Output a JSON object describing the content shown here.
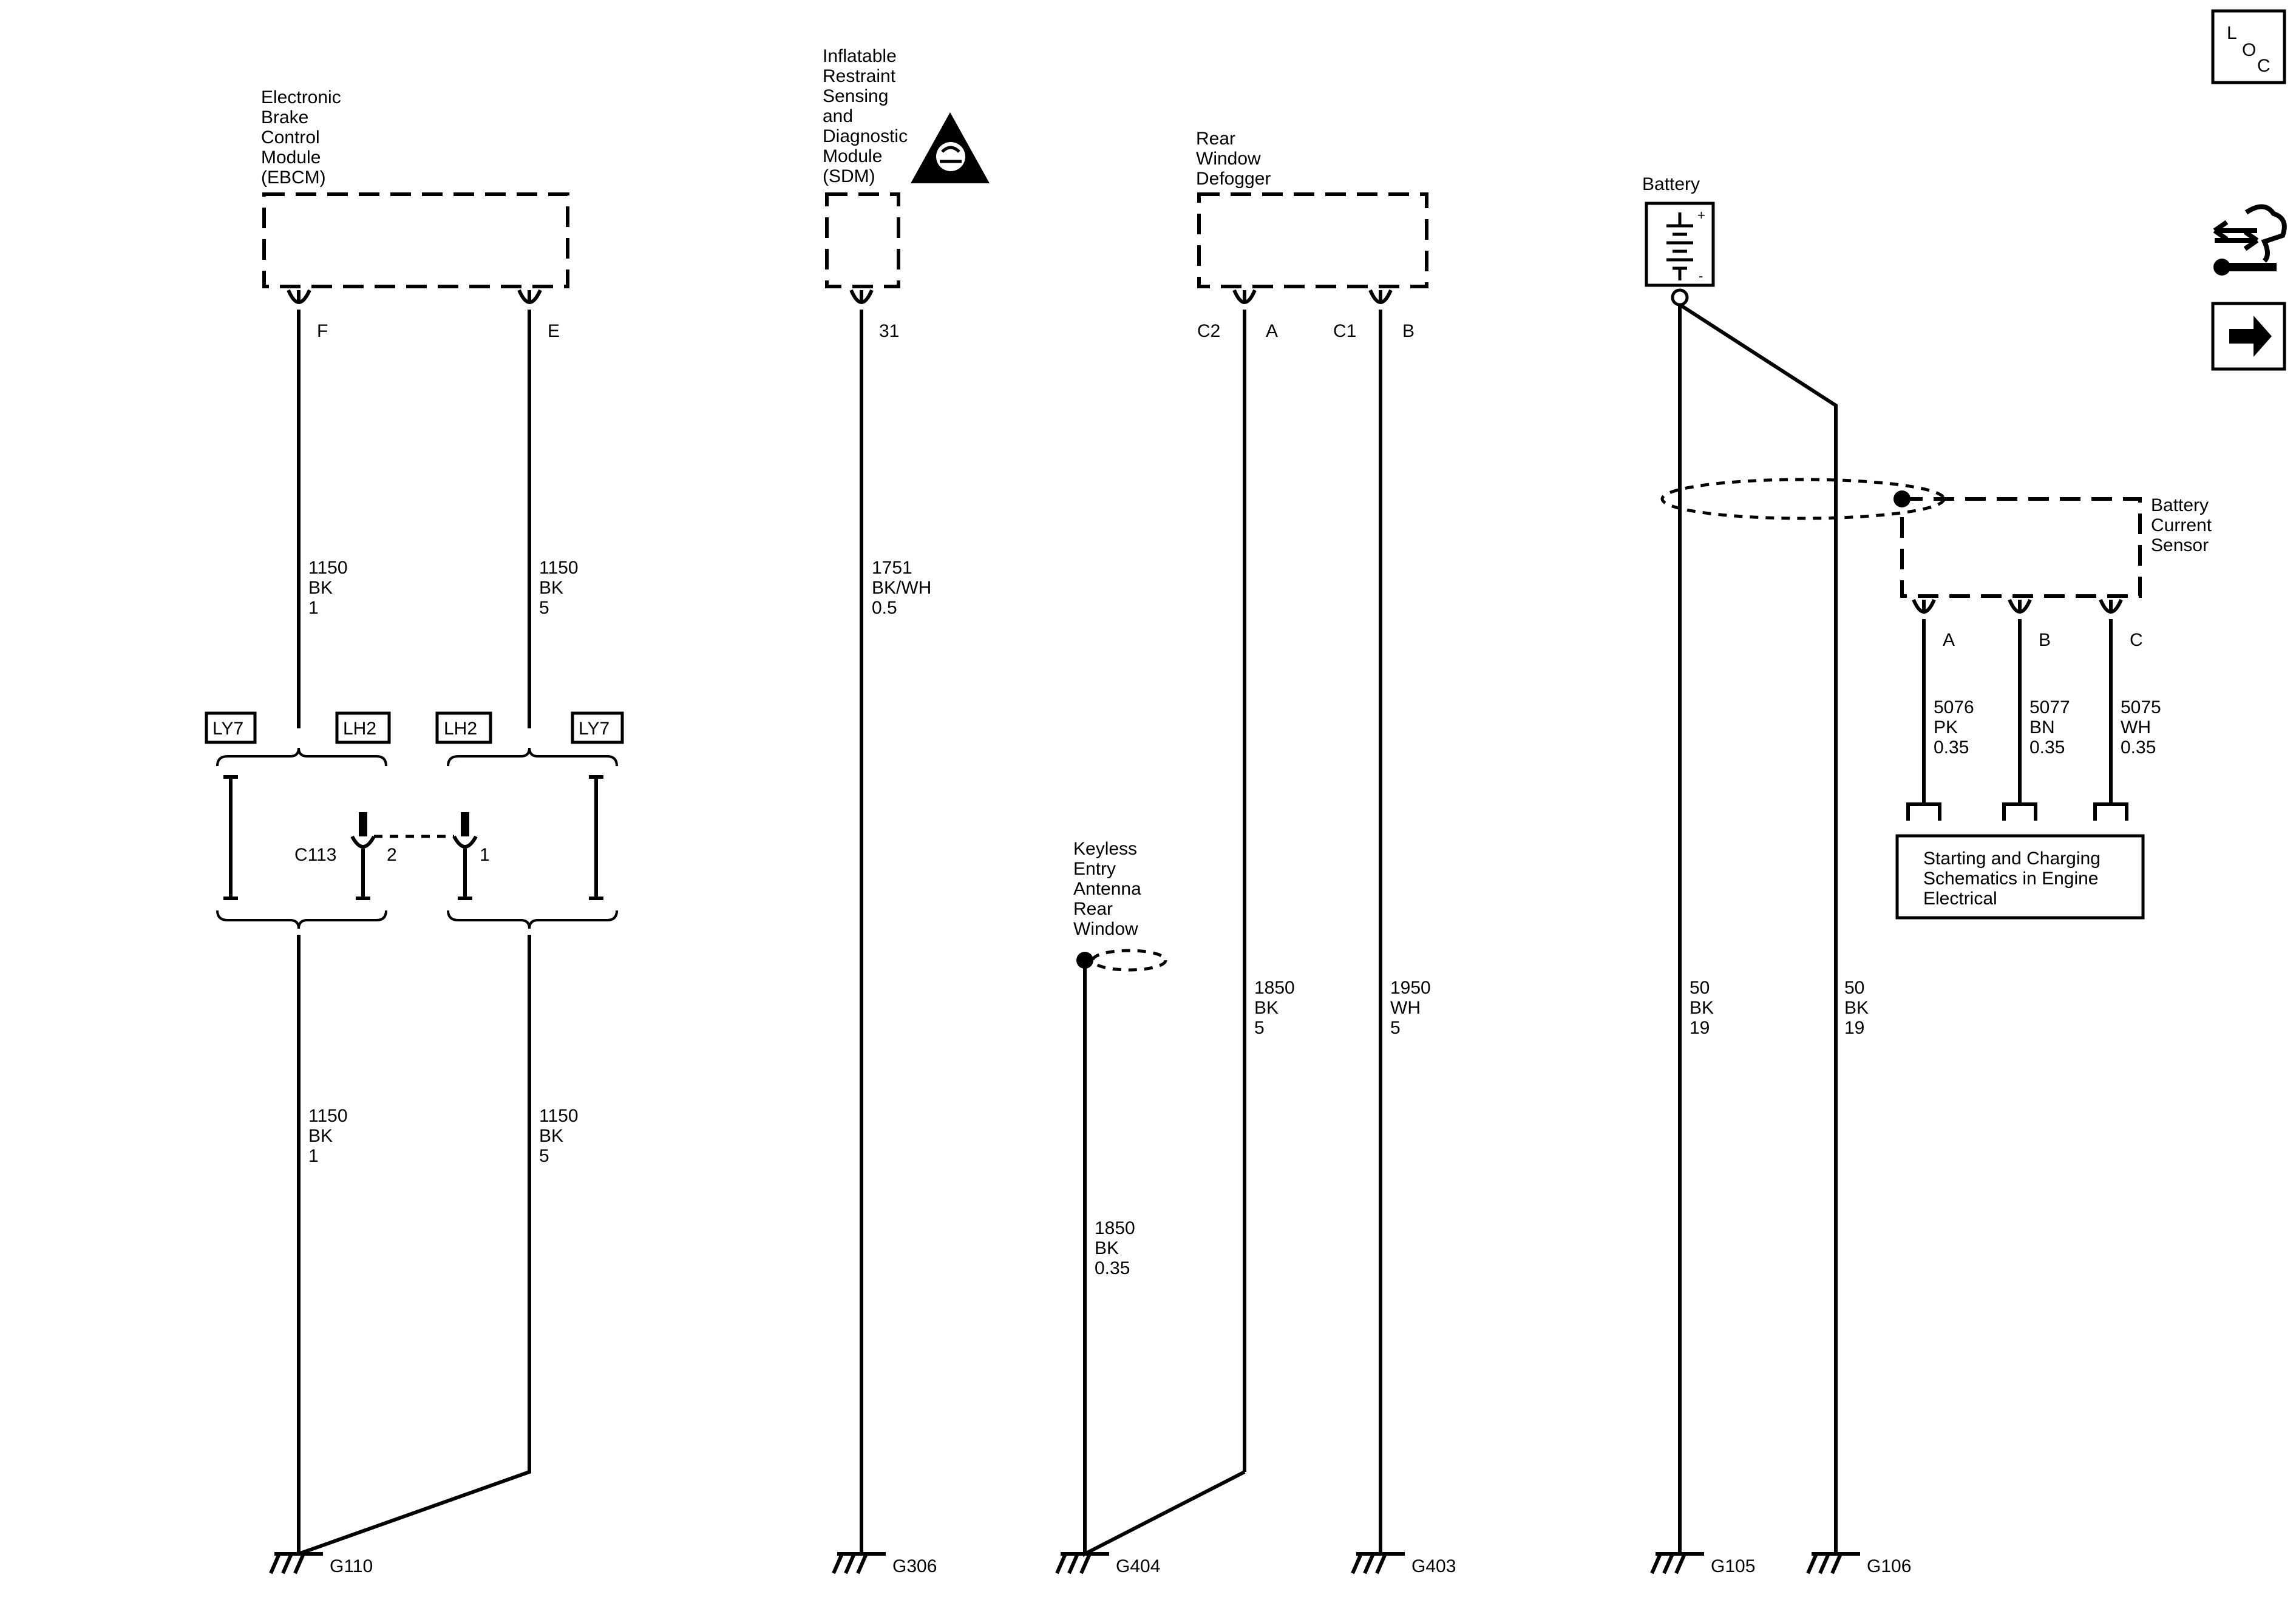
{
  "ebcm": {
    "label": [
      "Electronic",
      "Brake",
      "Control",
      "Module",
      "(EBCM)"
    ],
    "pin_f": "F",
    "pin_e": "E"
  },
  "sdm": {
    "label": [
      "Inflatable",
      "Restraint",
      "Sensing",
      "and",
      "Diagnostic",
      "Module",
      "(SDM)"
    ],
    "pin": "31"
  },
  "defogger": {
    "label": [
      "Rear",
      "Window",
      "Defogger"
    ],
    "conn_a": "C2",
    "pin_a": "A",
    "conn_b": "C1",
    "pin_b": "B"
  },
  "battery": {
    "label": "Battery",
    "plus": "+",
    "minus": "-"
  },
  "current_sensor": {
    "label": [
      "Battery",
      "Current",
      "Sensor"
    ],
    "pin_a": "A",
    "pin_b": "B",
    "pin_c": "C"
  },
  "keyless": {
    "label": [
      "Keyless",
      "Entry",
      "Antenna",
      "Rear",
      "Window"
    ]
  },
  "options": {
    "ly7": "LY7",
    "lh2": "LH2"
  },
  "inline_connector": {
    "name": "C113",
    "pin_2": "2",
    "pin_1": "1"
  },
  "reference_box": {
    "lines": [
      "Starting and Charging",
      "Schematics in Engine",
      "Electrical"
    ]
  },
  "wires": {
    "ebcm_f_top": [
      "1150",
      "BK",
      "1"
    ],
    "ebcm_e_top": [
      "1150",
      "BK",
      "5"
    ],
    "ebcm_f_bottom": [
      "1150",
      "BK",
      "1"
    ],
    "ebcm_e_bottom": [
      "1150",
      "BK",
      "5"
    ],
    "sdm": [
      "1751",
      "BK/WH",
      "0.5"
    ],
    "keyless": [
      "1850",
      "BK",
      "0.35"
    ],
    "defog_a": [
      "1850",
      "BK",
      "5"
    ],
    "defog_b": [
      "1950",
      "WH",
      "5"
    ],
    "battery_1": [
      "50",
      "BK",
      "19"
    ],
    "battery_2": [
      "50",
      "BK",
      "19"
    ],
    "sensor_a": [
      "5076",
      "PK",
      "0.35"
    ],
    "sensor_b": [
      "5077",
      "BN",
      "0.35"
    ],
    "sensor_c": [
      "5075",
      "WH",
      "0.35"
    ]
  },
  "grounds": {
    "g110": "G110",
    "g306": "G306",
    "g404": "G404",
    "g403": "G403",
    "g105": "G105",
    "g106": "G106"
  },
  "nav": {
    "loc": [
      "L",
      "O",
      "C"
    ],
    "icons": [
      "component-locator-icon",
      "repair-procedure-icon",
      "next-page-arrow-icon"
    ]
  }
}
